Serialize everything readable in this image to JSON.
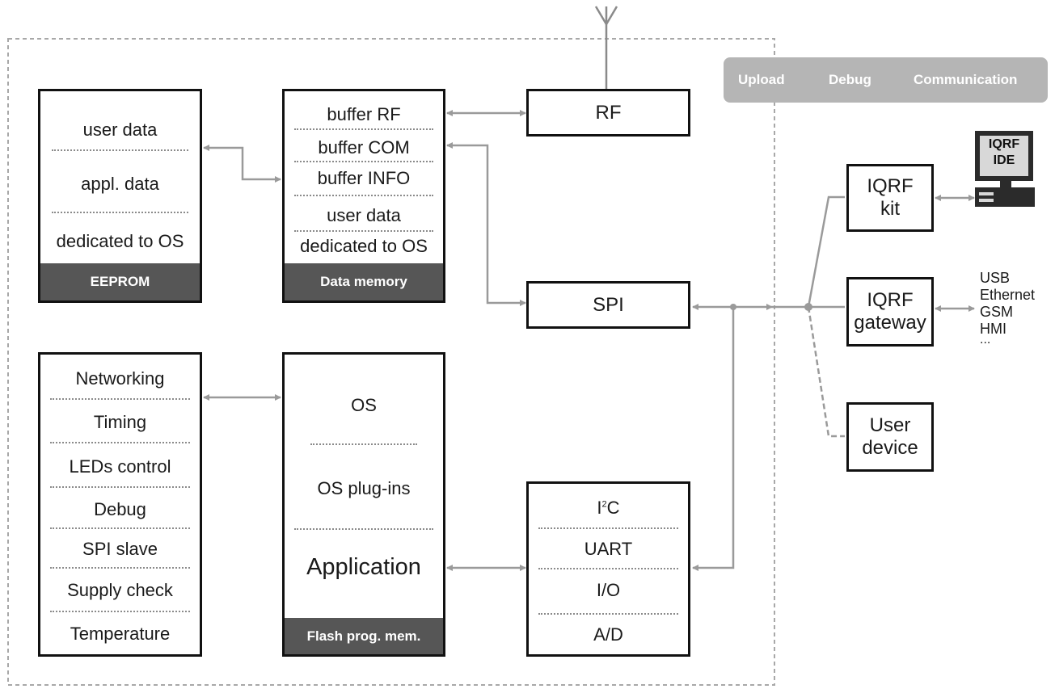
{
  "tools": [
    "Upload",
    "Debug",
    "Communication"
  ],
  "eeprom": {
    "rows": [
      "user data",
      "appl. data",
      "dedicated to OS"
    ],
    "footer": "EEPROM"
  },
  "data_memory": {
    "rows": [
      "buffer RF",
      "buffer COM",
      "buffer INFO",
      "user data",
      "dedicated to OS"
    ],
    "footer": "Data memory"
  },
  "rf": "RF",
  "spi": "SPI",
  "os_services": [
    "Networking",
    "Timing",
    "LEDs control",
    "Debug",
    "SPI slave",
    "Supply check",
    "Temperature"
  ],
  "flash": {
    "os": "OS",
    "plugins": "OS plug-ins",
    "application": "Application",
    "footer": "Flash prog. mem."
  },
  "peripherals": {
    "i2c_base": "I",
    "i2c_sup": "2",
    "i2c_tail": "C",
    "uart": "UART",
    "io": "I/O",
    "ad": "A/D"
  },
  "iqrf_kit": {
    "line1": "IQRF",
    "line2": "kit"
  },
  "iqrf_gateway": {
    "line1": "IQRF",
    "line2": "gateway"
  },
  "user_device": {
    "line1": "User",
    "line2": "device"
  },
  "ide": {
    "line1": "IQRF",
    "line2": "IDE"
  },
  "gateway_interfaces": [
    "USB",
    "Ethernet",
    "GSM",
    "HMI",
    "..."
  ],
  "colors": {
    "connector": "#9a9a9a",
    "footer": "#565656",
    "toolbar": "#b5b5b5",
    "border": "#111111"
  }
}
